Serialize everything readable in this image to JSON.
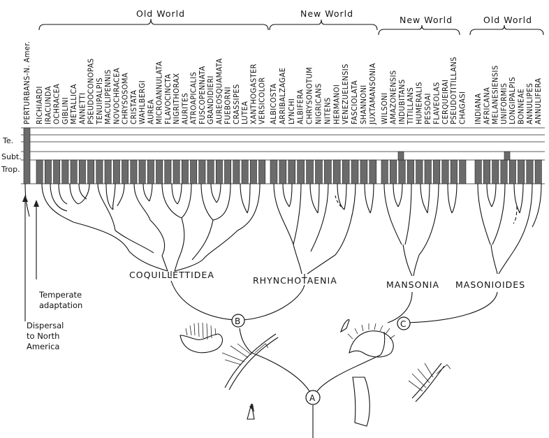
{
  "regions": [
    {
      "label": "Old World"
    },
    {
      "label": "New World"
    },
    {
      "label": "New World"
    },
    {
      "label": "Old World"
    }
  ],
  "top_label": "PERTURBANS-N. Amer.",
  "species": {
    "coquillettidea": [
      "RICHIARDI",
      "IRACUNDA",
      "OCHRACEA",
      "GIBLINI",
      "METALLICA",
      "ANNETTI",
      "PSEUDOCONOPAS",
      "TENUIPALPIS",
      "MACULIPENNIS",
      "NOVOCHRACEA",
      "CHRYSOSOMA",
      "CRISTATA",
      "WAHLBERGI",
      "AUREA",
      "MICROANNULATA",
      "FLAVOCINCTA",
      "NIGRITHORAX",
      "AURITES",
      "ATROAPICALIS",
      "FUSCOPENNATA",
      "GRANDIDIERI",
      "AUREOSQUAMATA",
      "FUEBORNI",
      "CRASSIPES",
      "LUTEA",
      "XANTHOGASTER",
      "VERSICOLOR"
    ],
    "rhynchotaenia": [
      "ALBICOSTA",
      "ARRIBALZAGAE",
      "LYNCHI",
      "ALBIFERA",
      "CHRYSONOTUM",
      "NIGRICANS",
      "NITENS",
      "HERMANOI",
      "VENEZUELENSIS",
      "FASCIOLATA",
      "SHANNONI",
      "JUXTAMANSONIA"
    ],
    "mansonia": [
      "WILSONI",
      "AMAZONENSIS",
      "INDUBITANS",
      "TITILLANS",
      "HUMERALIS",
      "PESSOAI",
      "FLAVEOLAS",
      "CERQUEIRAI",
      "PSEUDOTITILLANS",
      "CHAGASI"
    ],
    "mansonioides": [
      "INDIANA",
      "AFRICANA",
      "MELANESIENSIS",
      "UNIFORMIS",
      "LONGIPALPIS",
      "BONNEAE",
      "ANNULIPES",
      "ANNULIFERA"
    ]
  },
  "zones": {
    "te": "Te.",
    "subt": "Subt.",
    "trop": "Trop."
  },
  "subgenera": {
    "coquillettidea": "COQUILLETTIDEA",
    "rhynchotaenia": "RHYNCHOTAENIA",
    "mansonia": "MANSONIA",
    "mansonioides": "MASONIOIDES"
  },
  "nodes": {
    "a": "A",
    "b": "B",
    "c": "C"
  },
  "annotations": {
    "temperate": [
      "Temperate",
      "adaptation"
    ],
    "dispersal": [
      "Dispersal",
      "to North",
      "America"
    ]
  }
}
